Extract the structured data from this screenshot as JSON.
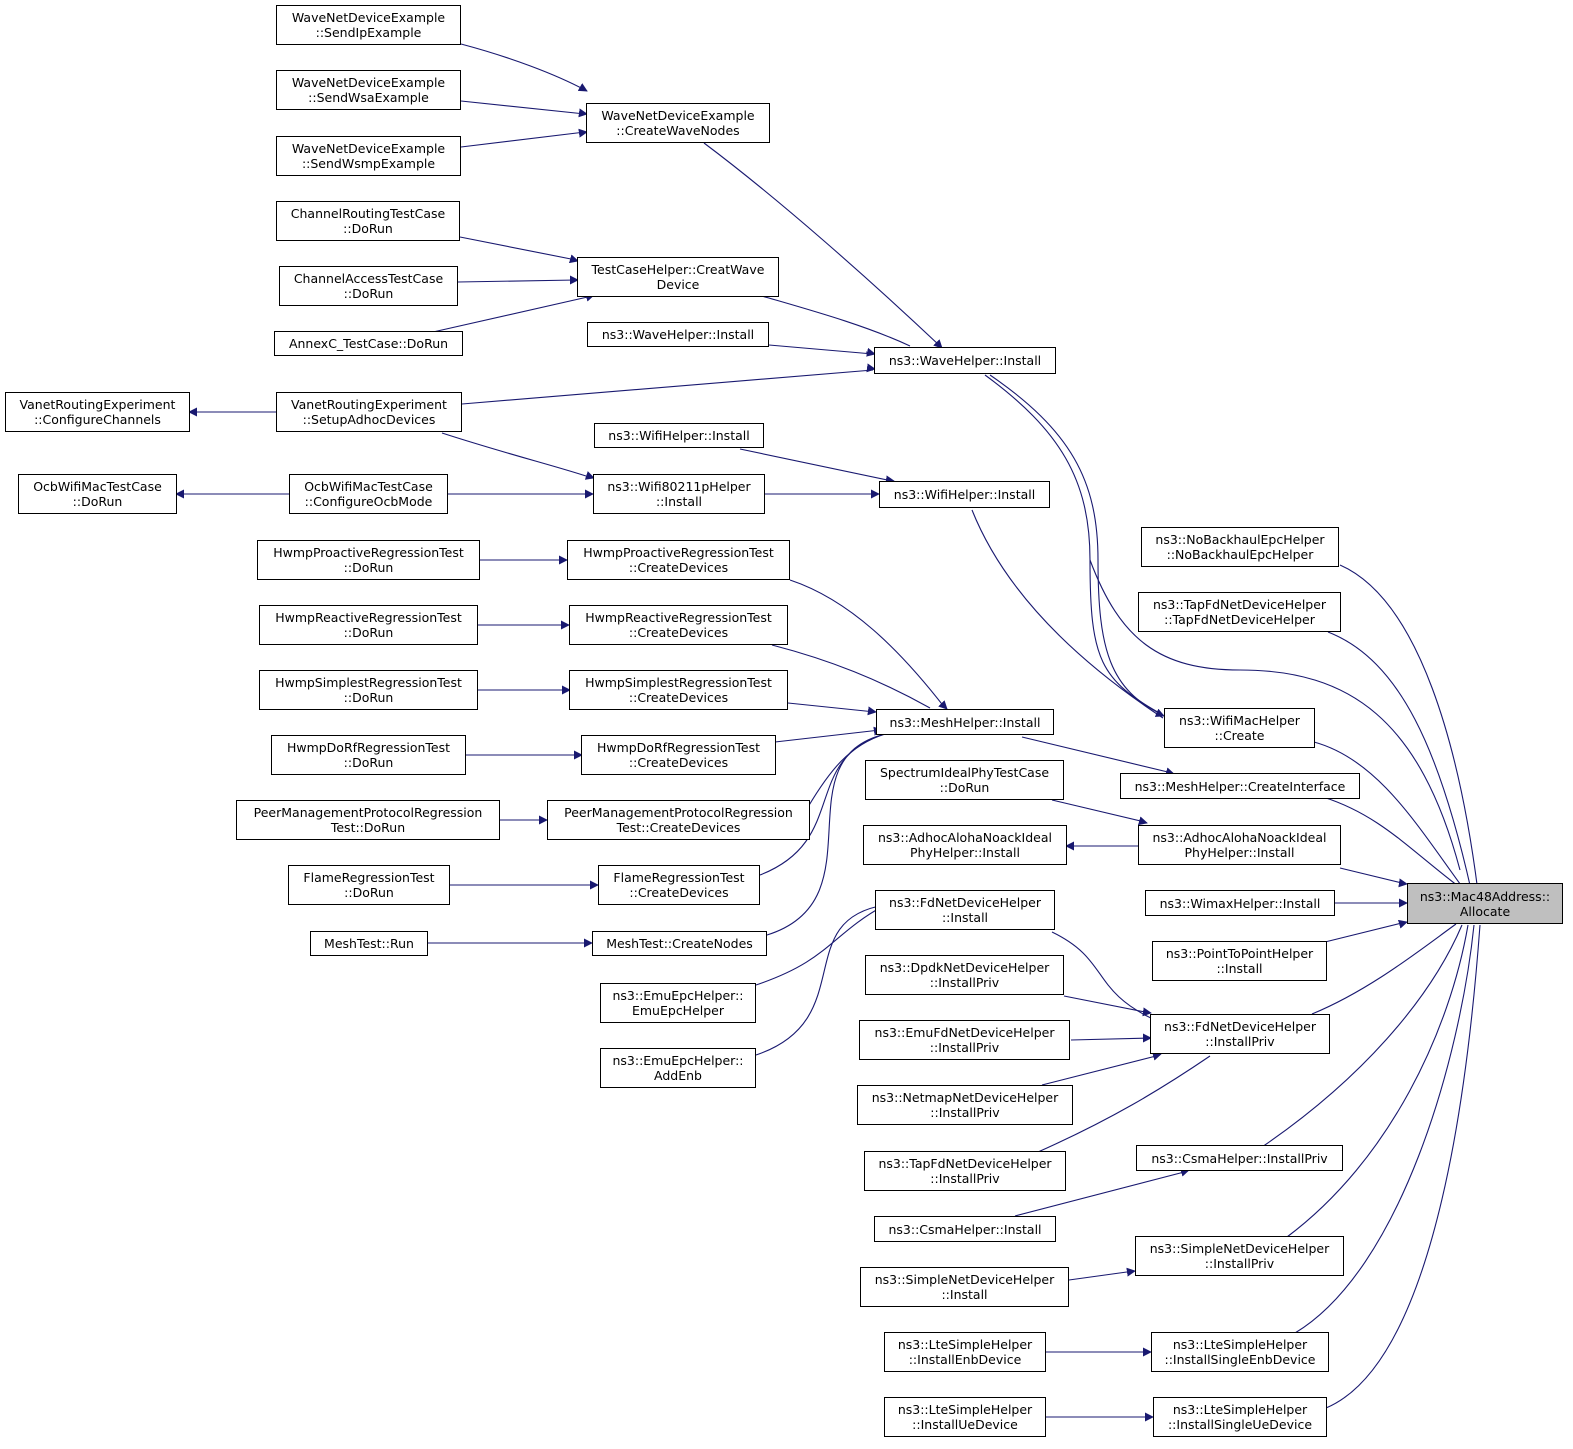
{
  "colors": {
    "edge": "#191970",
    "root_fill": "#bfbfbf",
    "node_fill": "#ffffff",
    "border": "#000000"
  },
  "nodes": {
    "sendip": {
      "l1": "WaveNetDeviceExample",
      "l2": "::SendIpExample"
    },
    "sendwsa": {
      "l1": "WaveNetDeviceExample",
      "l2": "::SendWsaExample"
    },
    "sendwsmp": {
      "l1": "WaveNetDeviceExample",
      "l2": "::SendWsmpExample"
    },
    "createwave": {
      "l1": "WaveNetDeviceExample",
      "l2": "::CreateWaveNodes"
    },
    "chrouting": {
      "l1": "ChannelRoutingTestCase",
      "l2": "::DoRun"
    },
    "chaccess": {
      "l1": "ChannelAccessTestCase",
      "l2": "::DoRun"
    },
    "annexc": {
      "l1": "AnnexC_TestCase::DoRun"
    },
    "creatwave": {
      "l1": "TestCaseHelper::CreatWave",
      "l2": "Device"
    },
    "wavehelper1": {
      "l1": "ns3::WaveHelper::Install"
    },
    "wavehelper2": {
      "l1": "ns3::WaveHelper::Install"
    },
    "configch": {
      "l1": "VanetRoutingExperiment",
      "l2": "::ConfigureChannels"
    },
    "setupadhoc": {
      "l1": "VanetRoutingExperiment",
      "l2": "::SetupAdhocDevices"
    },
    "wifihelper1": {
      "l1": "ns3::WifiHelper::Install"
    },
    "ocbdorun": {
      "l1": "OcbWifiMacTestCase",
      "l2": "::DoRun"
    },
    "ocbconfig": {
      "l1": "OcbWifiMacTestCase",
      "l2": "::ConfigureOcbMode"
    },
    "wifi80211p": {
      "l1": "ns3::Wifi80211pHelper",
      "l2": "::Install"
    },
    "wifihelper2": {
      "l1": "ns3::WifiHelper::Install"
    },
    "hpro_run": {
      "l1": "HwmpProactiveRegressionTest",
      "l2": "::DoRun"
    },
    "hpro_cd": {
      "l1": "HwmpProactiveRegressionTest",
      "l2": "::CreateDevices"
    },
    "hrea_run": {
      "l1": "HwmpReactiveRegressionTest",
      "l2": "::DoRun"
    },
    "hrea_cd": {
      "l1": "HwmpReactiveRegressionTest",
      "l2": "::CreateDevices"
    },
    "hsim_run": {
      "l1": "HwmpSimplestRegressionTest",
      "l2": "::DoRun"
    },
    "hsim_cd": {
      "l1": "HwmpSimplestRegressionTest",
      "l2": "::CreateDevices"
    },
    "hdorf_run": {
      "l1": "HwmpDoRfRegressionTest",
      "l2": "::DoRun"
    },
    "hdorf_cd": {
      "l1": "HwmpDoRfRegressionTest",
      "l2": "::CreateDevices"
    },
    "peer_run": {
      "l1": "PeerManagementProtocolRegression",
      "l2": "Test::DoRun"
    },
    "peer_cd": {
      "l1": "PeerManagementProtocolRegression",
      "l2": "Test::CreateDevices"
    },
    "flame_run": {
      "l1": "FlameRegressionTest",
      "l2": "::DoRun"
    },
    "flame_cd": {
      "l1": "FlameRegressionTest",
      "l2": "::CreateDevices"
    },
    "meshrun": {
      "l1": "MeshTest::Run"
    },
    "meshcreate": {
      "l1": "MeshTest::CreateNodes"
    },
    "meshinstall": {
      "l1": "ns3::MeshHelper::Install"
    },
    "spectrum": {
      "l1": "SpectrumIdealPhyTestCase",
      "l2": "::DoRun"
    },
    "aloha1": {
      "l1": "ns3::AdhocAlohaNoackIdeal",
      "l2": "PhyHelper::Install"
    },
    "fdinstall": {
      "l1": "ns3::FdNetDeviceHelper",
      "l2": "::Install"
    },
    "emuepc": {
      "l1": "ns3::EmuEpcHelper::",
      "l2": "EmuEpcHelper"
    },
    "addenb": {
      "l1": "ns3::EmuEpcHelper::",
      "l2": "AddEnb"
    },
    "dpdk": {
      "l1": "ns3::DpdkNetDeviceHelper",
      "l2": "::InstallPriv"
    },
    "emufd": {
      "l1": "ns3::EmuFdNetDeviceHelper",
      "l2": "::InstallPriv"
    },
    "netmap": {
      "l1": "ns3::NetmapNetDeviceHelper",
      "l2": "::InstallPriv"
    },
    "tapfdpriv": {
      "l1": "ns3::TapFdNetDeviceHelper",
      "l2": "::InstallPriv"
    },
    "csmainstall": {
      "l1": "ns3::CsmaHelper::Install"
    },
    "simpleinstall": {
      "l1": "ns3::SimpleNetDeviceHelper",
      "l2": "::Install"
    },
    "ltelenb": {
      "l1": "ns3::LteSimpleHelper",
      "l2": "::InstallEnbDevice"
    },
    "lteue": {
      "l1": "ns3::LteSimpleHelper",
      "l2": "::InstallUeDevice"
    },
    "nobackhaul": {
      "l1": "ns3::NoBackhaulEpcHelper",
      "l2": "::NoBackhaulEpcHelper"
    },
    "tapfdctor": {
      "l1": "ns3::TapFdNetDeviceHelper",
      "l2": "::TapFdNetDeviceHelper"
    },
    "wifimac": {
      "l1": "ns3::WifiMacHelper",
      "l2": "::Create"
    },
    "meshiface": {
      "l1": "ns3::MeshHelper::CreateInterface"
    },
    "aloha2": {
      "l1": "ns3::AdhocAlohaNoackIdeal",
      "l2": "PhyHelper::Install"
    },
    "wimax": {
      "l1": "ns3::WimaxHelper::Install"
    },
    "p2p": {
      "l1": "ns3::PointToPointHelper",
      "l2": "::Install"
    },
    "fdpriv": {
      "l1": "ns3::FdNetDeviceHelper",
      "l2": "::InstallPriv"
    },
    "csmapriv": {
      "l1": "ns3::CsmaHelper::InstallPriv"
    },
    "simplepriv": {
      "l1": "ns3::SimpleNetDeviceHelper",
      "l2": "::InstallPriv"
    },
    "lteenbsingle": {
      "l1": "ns3::LteSimpleHelper",
      "l2": "::InstallSingleEnbDevice"
    },
    "lteuesingle": {
      "l1": "ns3::LteSimpleHelper",
      "l2": "::InstallSingleUeDevice"
    },
    "allocate": {
      "l1": "ns3::Mac48Address::",
      "l2": "Allocate"
    }
  }
}
